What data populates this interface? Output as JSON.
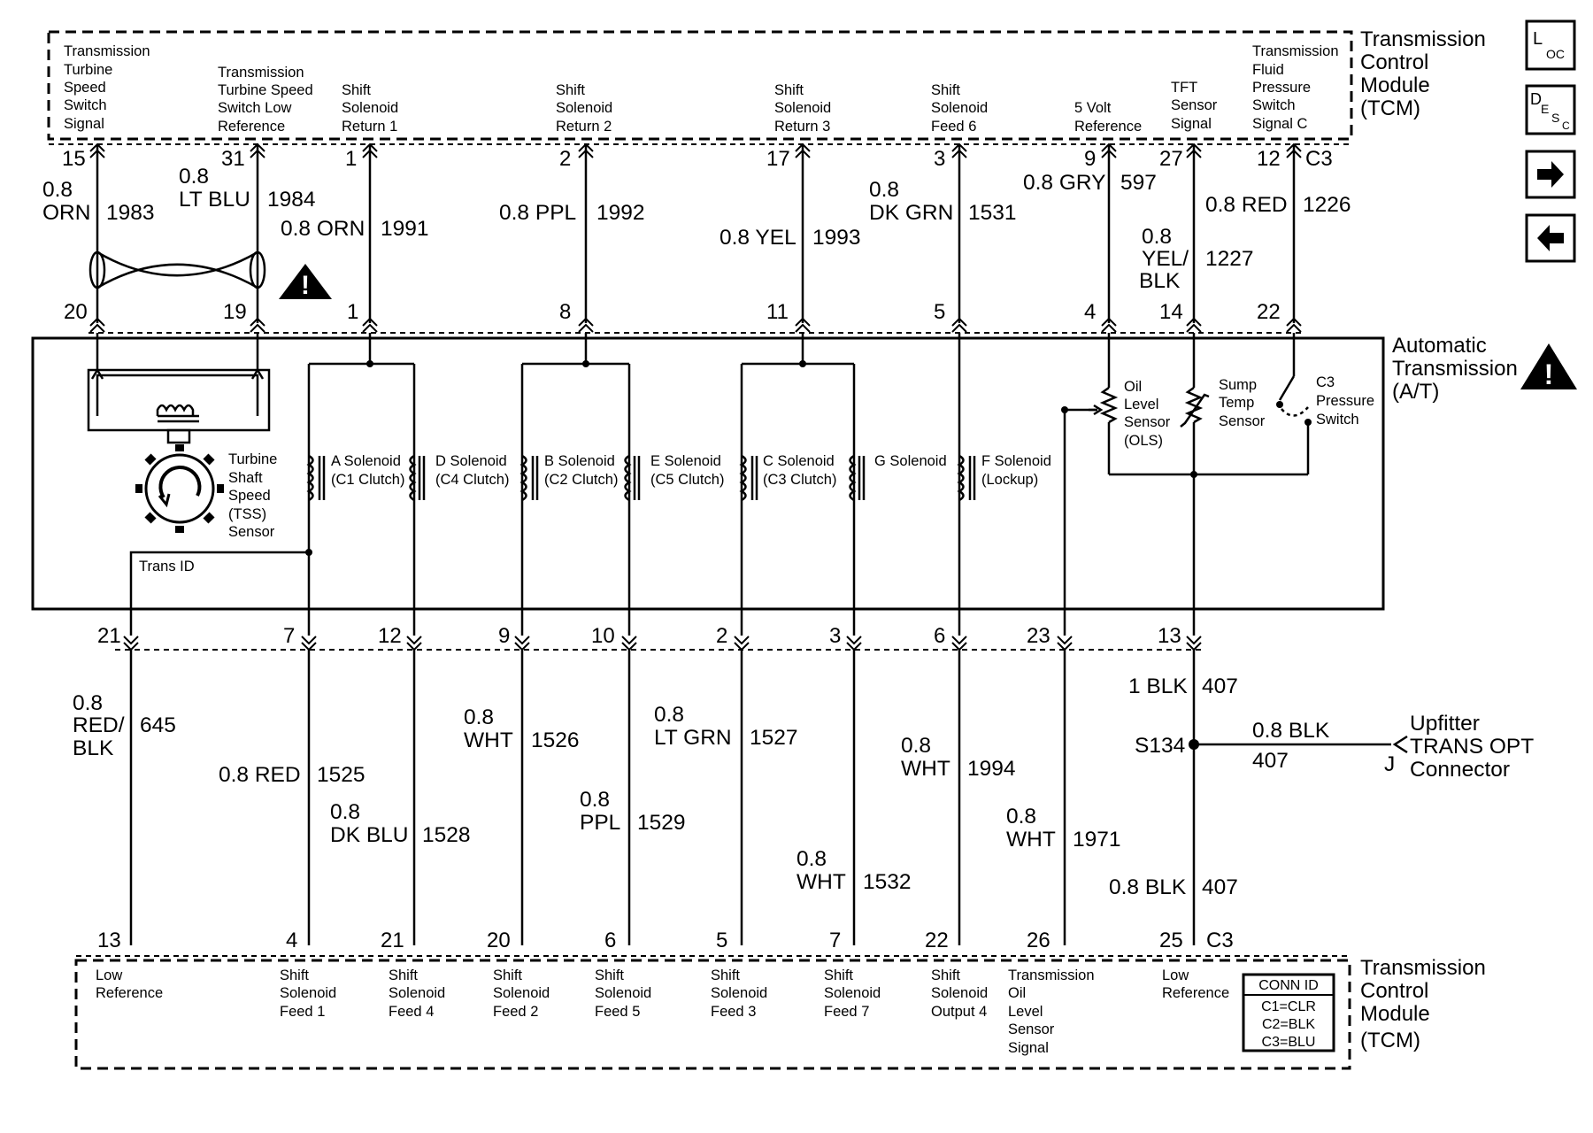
{
  "tcm_label": [
    "Transmission",
    "Control",
    "Module",
    "(TCM)"
  ],
  "at_label": [
    "Automatic",
    "Transmission",
    "(A/T)"
  ],
  "nav": {
    "loc": {
      "big": "L",
      "small": "OC"
    },
    "desc": {
      "big": "D",
      "small1": "E",
      "small2": "S",
      "small3": "C"
    },
    "forward": "→",
    "back": "←"
  },
  "top_module": {
    "connector": "C3",
    "labels": [
      [
        "Transmission",
        "Turbine",
        "Speed",
        "Switch",
        "Signal"
      ],
      [
        "Transmission",
        "Turbine Speed",
        "Switch Low",
        "Reference"
      ],
      [
        "Shift",
        "Solenoid",
        "Return 1"
      ],
      [
        "Shift",
        "Solenoid",
        "Return 2"
      ],
      [
        "Shift",
        "Solenoid",
        "Return 3"
      ],
      [
        "Shift",
        "Solenoid",
        "Feed 6"
      ],
      [
        "5 Volt",
        "Reference"
      ],
      [
        "TFT",
        "Sensor",
        "Signal"
      ],
      [
        "Transmission",
        "Fluid",
        "Pressure",
        "Switch",
        "Signal C"
      ]
    ],
    "pins": [
      "15",
      "31",
      "1",
      "2",
      "17",
      "3",
      "9",
      "27",
      "12"
    ]
  },
  "top_wires": [
    {
      "gauge": "0.8",
      "color": "ORN",
      "circuit": "1983"
    },
    {
      "gauge": "0.8",
      "color": "LT BLU",
      "circuit": "1984"
    },
    {
      "gauge": "0.8 ORN",
      "circuit": "1991"
    },
    {
      "gauge": "0.8 PPL",
      "circuit": "1992"
    },
    {
      "gauge": "0.8 YEL",
      "circuit": "1993"
    },
    {
      "gauge": "0.8",
      "color": "DK GRN",
      "circuit": "1531"
    },
    {
      "gauge": "0.8 GRY",
      "circuit": "597"
    },
    {
      "gauge": "0.8",
      "color": "YEL/",
      "color2": "BLK",
      "circuit": "1227"
    },
    {
      "gauge": "0.8 RED",
      "circuit": "1226"
    }
  ],
  "at_top_pins": [
    "20",
    "19",
    "1",
    "8",
    "11",
    "5",
    "4",
    "14",
    "22"
  ],
  "at_components": {
    "tss": [
      "Turbine",
      "Shaft",
      "Speed",
      "(TSS)",
      "Sensor"
    ],
    "trans_id": "Trans ID",
    "a_sol": [
      "A Solenoid",
      "(C1 Clutch)"
    ],
    "d_sol": [
      "D Solenoid",
      "(C4 Clutch)"
    ],
    "b_sol": [
      "B Solenoid",
      "(C2 Clutch)"
    ],
    "e_sol": [
      "E Solenoid",
      "(C5 Clutch)"
    ],
    "c_sol": [
      "C Solenoid",
      "(C3 Clutch)"
    ],
    "g_sol": "G Solenoid",
    "f_sol": [
      "F Solenoid",
      "(Lockup)"
    ],
    "ols": [
      "Oil",
      "Level",
      "Sensor",
      "(OLS)"
    ],
    "sump": [
      "Sump",
      "Temp",
      "Sensor"
    ],
    "c3ps": [
      "C3",
      "Pressure",
      "Switch"
    ]
  },
  "at_bottom_pins": [
    "21",
    "7",
    "12",
    "9",
    "10",
    "2",
    "3",
    "6",
    "23",
    "13"
  ],
  "bottom_wires": [
    {
      "gauge": "0.8",
      "color": "RED/",
      "color2": "BLK",
      "circuit": "645"
    },
    {
      "gauge": "0.8 RED",
      "circuit": "1525"
    },
    {
      "gauge": "0.8",
      "color": "DK BLU",
      "circuit": "1528"
    },
    {
      "gauge": "0.8",
      "color": "WHT",
      "circuit": "1526"
    },
    {
      "gauge": "0.8",
      "color": "PPL",
      "circuit": "1529"
    },
    {
      "gauge": "0.8",
      "color": "LT GRN",
      "circuit": "1527"
    },
    {
      "gauge": "0.8",
      "color": "WHT",
      "circuit": "1532"
    },
    {
      "gauge": "0.8",
      "color": "WHT",
      "circuit": "1994"
    },
    {
      "gauge": "0.8",
      "color": "WHT",
      "circuit": "1971"
    },
    {
      "gauge": "1 BLK",
      "circuit": "407"
    },
    {
      "gauge": "0.8 BLK",
      "circuit": "407"
    }
  ],
  "splice": {
    "name": "S134",
    "wire_gauge": "0.8 BLK",
    "wire_circuit": "407",
    "pin": "J",
    "connector": [
      "Upfitter",
      "TRANS OPT",
      "Connector"
    ]
  },
  "bottom_module": {
    "connector": "C3",
    "pins": [
      "13",
      "4",
      "21",
      "20",
      "6",
      "5",
      "7",
      "22",
      "26",
      "25"
    ],
    "labels": [
      [
        "Low",
        "Reference"
      ],
      [
        "Shift",
        "Solenoid",
        "Feed 1"
      ],
      [
        "Shift",
        "Solenoid",
        "Feed 4"
      ],
      [
        "Shift",
        "Solenoid",
        "Feed 2"
      ],
      [
        "Shift",
        "Solenoid",
        "Feed 5"
      ],
      [
        "Shift",
        "Solenoid",
        "Feed 3"
      ],
      [
        "Shift",
        "Solenoid",
        "Feed 7"
      ],
      [
        "Shift",
        "Solenoid",
        "Output 4"
      ],
      [
        "Transmission",
        "Oil",
        "Level",
        "Sensor",
        "Signal"
      ],
      [
        "Low",
        "Reference"
      ]
    ]
  },
  "conn_id": {
    "title": "CONN ID",
    "rows": [
      "C1=CLR",
      "C2=BLK",
      "C3=BLU"
    ]
  }
}
